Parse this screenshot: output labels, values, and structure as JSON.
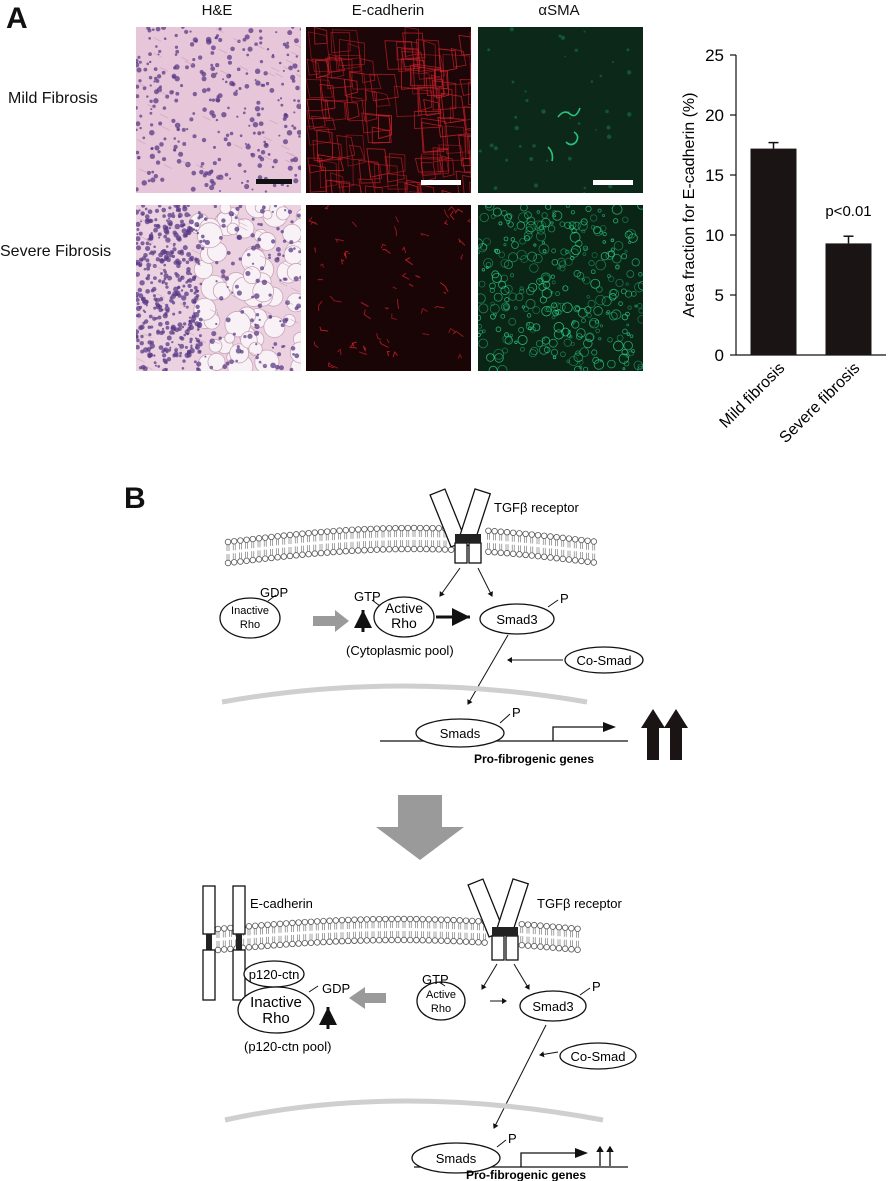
{
  "panel_a": {
    "letter": "A",
    "columns": [
      "H&E",
      "E-cadherin",
      "αSMA"
    ],
    "rows": [
      "Mild Fibrosis",
      "Severe Fibrosis"
    ],
    "tiles": {
      "he_color": "#e8c9d9",
      "ecad_color": "#1a0506",
      "sma_color": "#0a2a1a",
      "ecad_stain": "#c8202a",
      "sma_stain": "#2fd38a",
      "he_nuclei": "#5a3b86"
    }
  },
  "chart_data": {
    "type": "bar",
    "categories": [
      "Mild fibrosis",
      "Severe fibrosis"
    ],
    "values": [
      17.2,
      9.3
    ],
    "errors": [
      0.5,
      0.6
    ],
    "ylabel": "Area fraction for E-cadherin (%)",
    "xlabel": "",
    "ylim": [
      0,
      25
    ],
    "yticks": [
      0,
      5,
      10,
      15,
      20,
      25
    ],
    "annotation": "p<0.01",
    "bar_color": "#1a1414",
    "grid": false
  },
  "panel_b": {
    "letter": "B",
    "top": {
      "receptor": "TGFβ receptor",
      "gdp": "GDP",
      "inactive_rho": [
        "Inactive",
        "Rho"
      ],
      "gtp": "GTP",
      "active_rho": [
        "Active",
        "Rho"
      ],
      "smad3": "Smad3",
      "p": "P",
      "pool": "(Cytoplasmic pool)",
      "cosmad": "Co-Smad",
      "smads": "Smads",
      "genes": "Pro-fibrogenic genes"
    },
    "bottom": {
      "ecadherin": "E-cadherin",
      "receptor": "TGFβ receptor",
      "p120": "p120-ctn",
      "inactive_rho": [
        "Inactive",
        "Rho"
      ],
      "gdp": "GDP",
      "pool": "(p120-ctn pool)",
      "gtp": "GTP",
      "active_rho": [
        "Active",
        "Rho"
      ],
      "smad3": "Smad3",
      "p": "P",
      "cosmad": "Co-Smad",
      "smads": "Smads",
      "genes": "Pro-fibrogenic genes"
    },
    "gray_arrow_color": "#9a9a9a"
  }
}
